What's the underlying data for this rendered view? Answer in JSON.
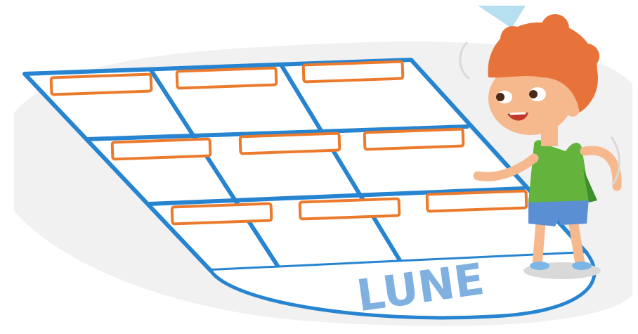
{
  "board": {
    "end_word": "LUNE",
    "line_color": "#2684d0",
    "word_color": "#7fb0e0",
    "slot_border_color": "#ec7a2c",
    "cell_fill": "#ffffff",
    "shadow_color": "#efefef"
  },
  "label_slots": [
    {
      "row": 1,
      "col": 1,
      "value": ""
    },
    {
      "row": 1,
      "col": 2,
      "value": ""
    },
    {
      "row": 1,
      "col": 3,
      "value": ""
    },
    {
      "row": 2,
      "col": 1,
      "value": ""
    },
    {
      "row": 2,
      "col": 2,
      "value": ""
    },
    {
      "row": 2,
      "col": 3,
      "value": ""
    },
    {
      "row": 3,
      "col": 1,
      "value": ""
    },
    {
      "row": 3,
      "col": 2,
      "value": ""
    },
    {
      "row": 3,
      "col": 3,
      "value": ""
    }
  ],
  "character": {
    "name": "boy-jumping",
    "hair_color": "#e8733a",
    "skin_color": "#f6b98e",
    "shirt_color": "#63b33d",
    "shorts_color": "#5b8fd4",
    "shoe_color": "#7ab6e6"
  }
}
